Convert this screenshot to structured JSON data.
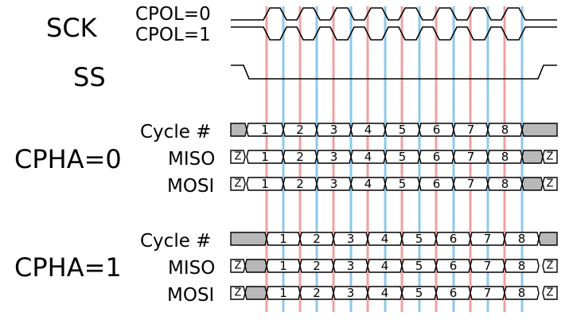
{
  "labels": {
    "sck": "SCK",
    "cpol0": "CPOL=0",
    "cpol1": "CPOL=1",
    "ss": "SS",
    "cpha0": "CPHA=0",
    "cpha1": "CPHA=1",
    "cycle": "Cycle #",
    "miso": "MISO",
    "mosi": "MOSI"
  },
  "cycle_numbers": [
    "1",
    "2",
    "3",
    "4",
    "5",
    "6",
    "7",
    "8"
  ],
  "z_label": "Z",
  "colors": {
    "leading_edge": "#f0a0a0",
    "trailing_edge": "#8ec8e8",
    "idle_fill": "#b8b8b8",
    "line": "#000000"
  }
}
